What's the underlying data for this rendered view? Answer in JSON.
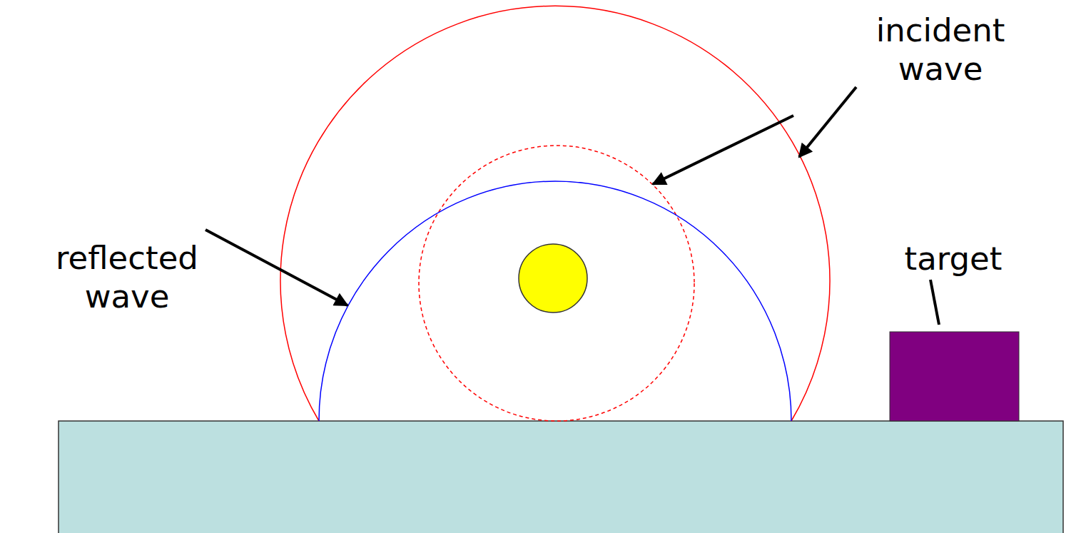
{
  "diagram": {
    "labels": [
      "incident wave",
      "reflected wave",
      "target"
    ]
  }
}
